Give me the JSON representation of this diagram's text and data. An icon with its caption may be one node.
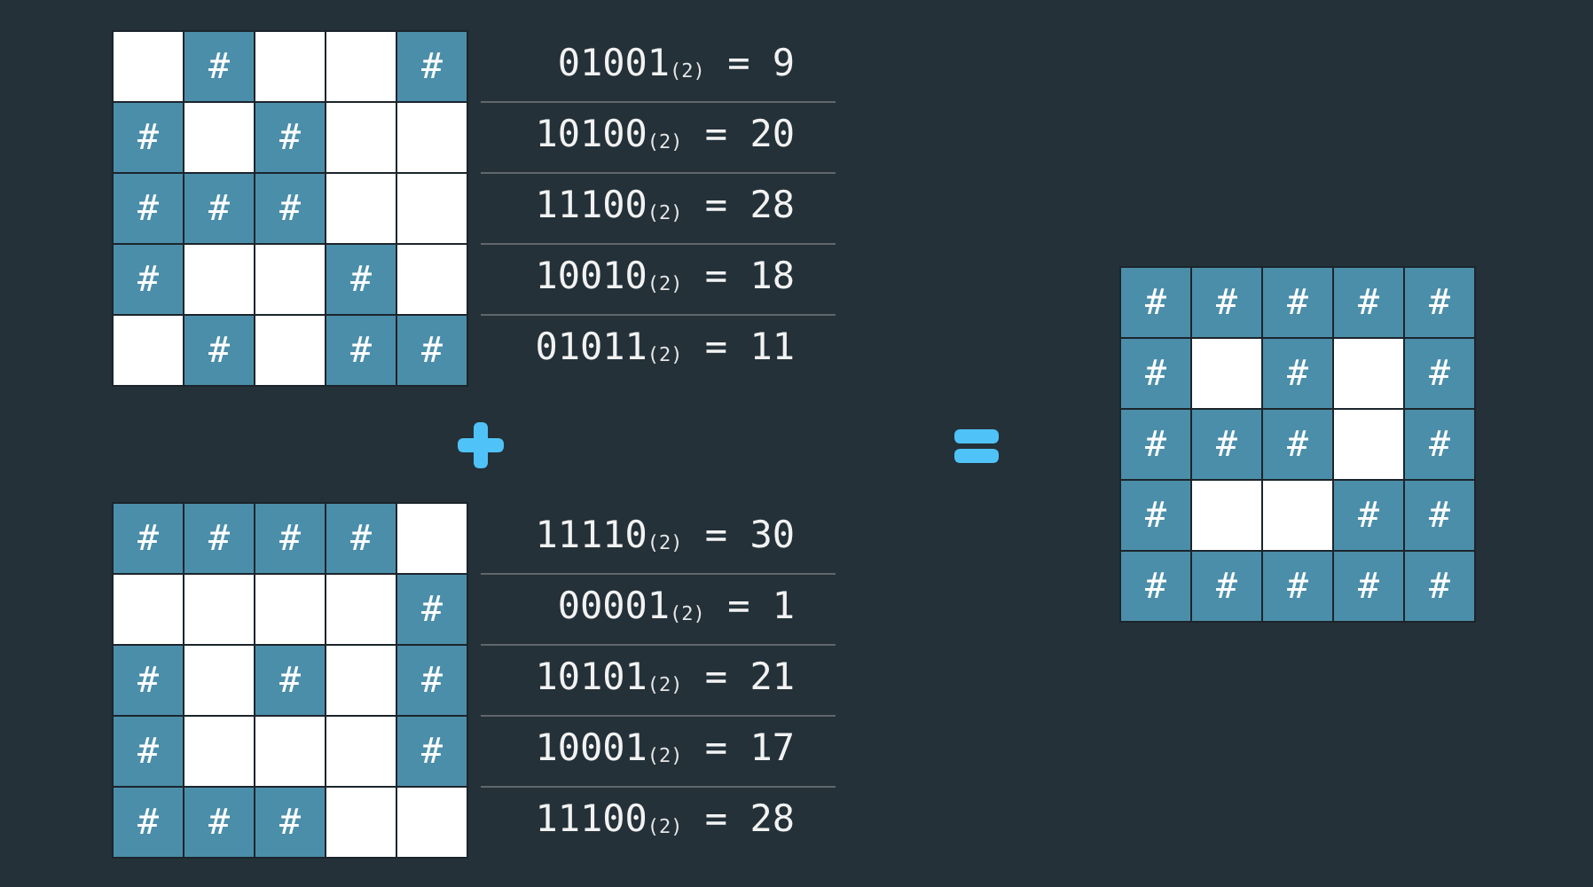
{
  "diagram": {
    "labels": [
      "#",
      "#",
      "01001$_{(2)}$ = 9",
      "#",
      "#",
      "10100$_{(2)}$ = 20",
      "#",
      "#",
      "#",
      "11100$_{(2)}$ = 28",
      "#",
      "#",
      "10010$_{(2)}$ = 18",
      "#",
      "#",
      "#",
      "01011$_{(2)}$ = 11",
      "#",
      "#",
      "#",
      "#",
      "11110$_{(2)}$ = 30",
      "#",
      "00001$_{(2)}$ = 1",
      "#",
      "#",
      "#",
      "10101$_{(2)}$ = 21",
      "#",
      "#",
      "10001$_{(2)}$ = 17",
      "#",
      "#",
      "#",
      "11100$_{(2)}$ = 28",
      "#",
      "#",
      "#",
      "#",
      "#",
      "#",
      "#",
      "#",
      "#",
      "#",
      "#",
      "#",
      "#",
      "#",
      "#",
      "#",
      "#",
      "#",
      "#",
      "#"
    ]
  }
}
